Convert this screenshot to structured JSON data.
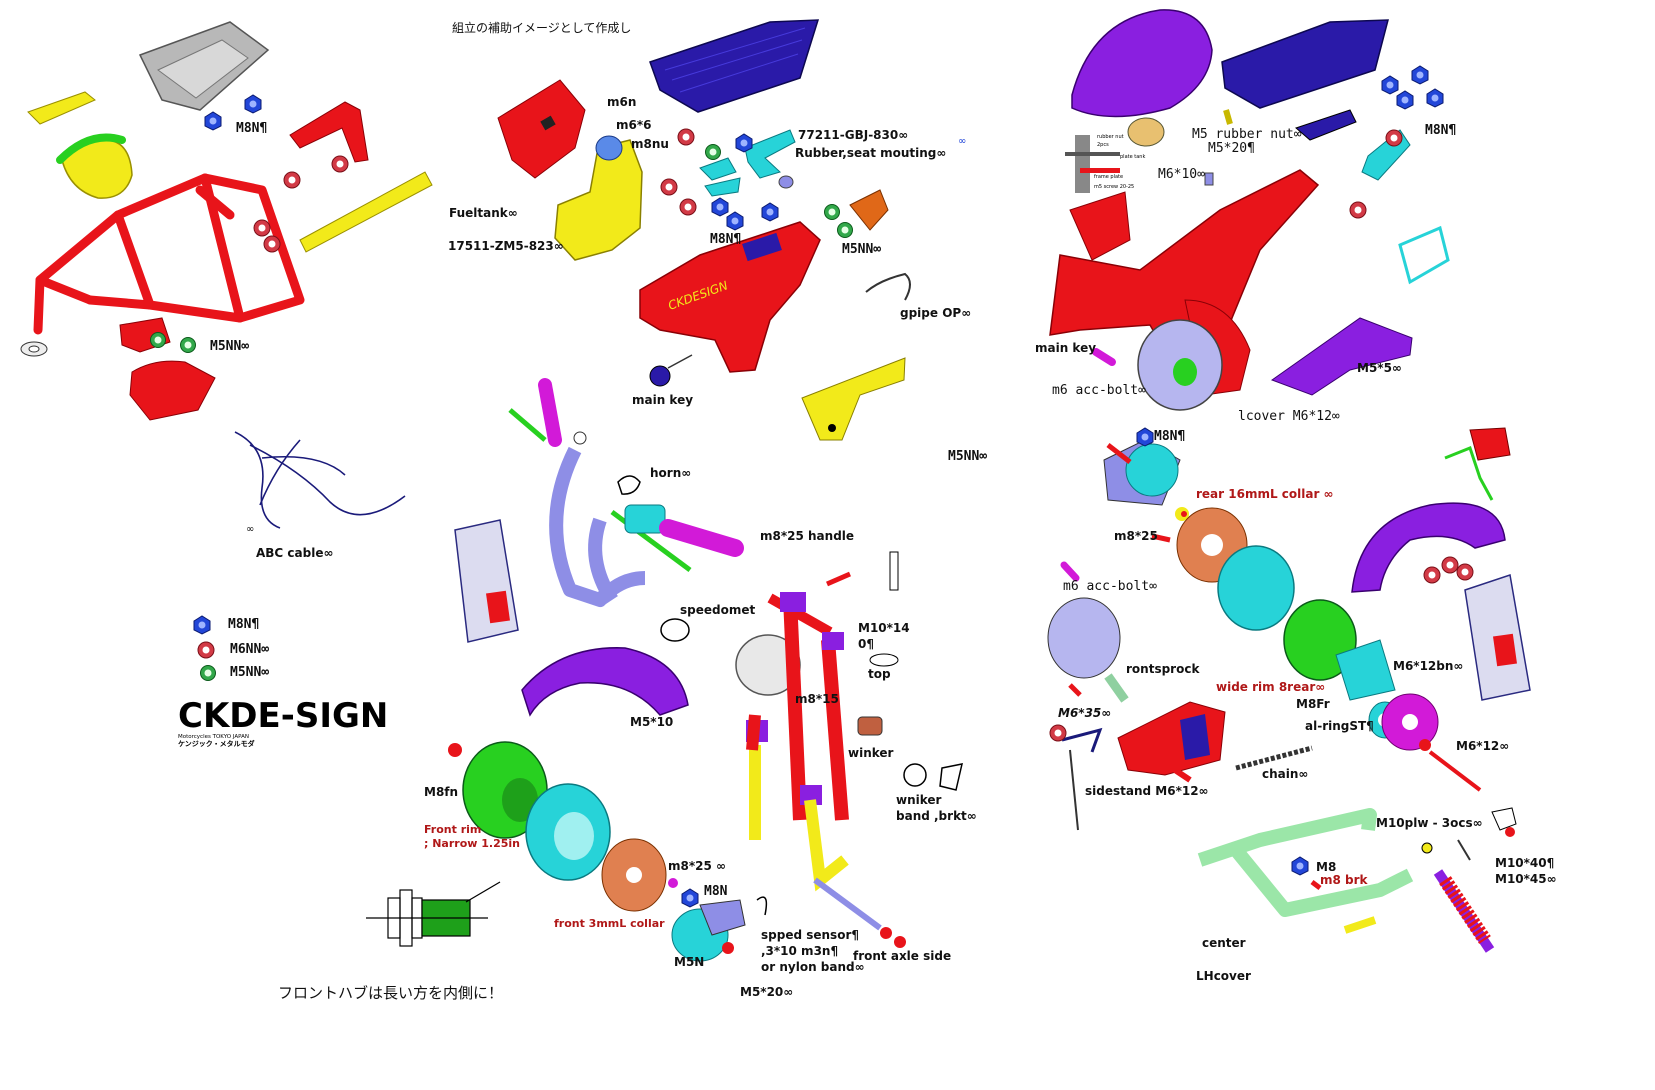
{
  "colors": {
    "frame": "#e8141a",
    "tank": "#8a1fe0",
    "seat": "#2a1aa8",
    "yellow": "#f2ea1a",
    "cyan": "#27d3d8",
    "green": "#28d020",
    "purple": "#8a1fe0",
    "lavender": "#8e8ee6",
    "orange": "#e08050",
    "magenta": "#d21ad8",
    "nut_blue": "#2246d8",
    "nut_red": "#d23a46",
    "nut_green": "#32a84a",
    "label_red": "#b01818"
  },
  "labels": {
    "note_top": "組立の補助イメージとして作成し",
    "m8n_1": "M8N¶",
    "m5nn_1": "M5NN∞",
    "abc_cable": "ABC cable∞",
    "abc_marker": "∞",
    "legend_m8n": "M8N¶",
    "legend_m6nn": "M6NN∞",
    "legend_m5nn": "M5NN∞",
    "m6n": "m6n",
    "m6x6": "m6*6",
    "m8nu": "m8nu",
    "fueltank": "Fueltank∞",
    "partno_17511": "17511-ZM5-823∞",
    "partno_77211": "77211-GBJ-830∞",
    "rubber_seat": "Rubber,seat mouting∞",
    "dot_marker": "∞",
    "m8n_2": "M8N¶",
    "m5nn_2": "M5NN∞",
    "gpipe": "gpipe OP∞",
    "main_key_1": "main key",
    "m5nn_3": "M5NN∞",
    "horn": "horn∞",
    "m8x25_handle": "m8*25 handle",
    "speedomet": "speedomet",
    "m10x14": "M10*14",
    "m10x14_b": "0¶",
    "top": "top",
    "m8x15": "m8*15",
    "m5x10": "M5*10",
    "winker": "winker",
    "wniker": "wniker",
    "band_brkt": "band ,brkt∞",
    "m8fn": "M8fn",
    "front_rim": "Front rim",
    "narrow": "; Narrow 1.25in",
    "m8x25_2": "m8*25 ∞",
    "m8n_3": "M8N",
    "front_collar": "front 3mmL collar",
    "spped_sensor": "spped sensor¶",
    "sensor_b": ",3*10 m3n¶",
    "sensor_c": "or nylon band∞",
    "m5n": "M5N",
    "m5x20": "M5*20∞",
    "front_axle": "front axle side",
    "front_hub_note": "フロントハブは長い方を内側に！",
    "rubber_nut": "M5 rubber nut∞",
    "m5x20_b": "M5*20¶",
    "m8n_4": "M8N¶",
    "m6x10": "M6*10∞",
    "main_key_2": "main key",
    "m6_acc_bolt": "m6 acc-bolt∞",
    "m5x5": "M5*5∞",
    "lcover": "lcover M6*12∞",
    "m8n_5": "M8N¶",
    "rear_collar": "rear 16mmL collar ∞",
    "m8x25_3": "m8*25",
    "m6_acc_bolt_2": "m6 acc-bolt∞",
    "rontsprock": "rontsprock",
    "wide_rim": "wide rim 8rear∞",
    "m8fr": "M8Fr",
    "m6x12bn": "M6*12bn∞",
    "al_ring": "al-ringST¶",
    "m6x35": "M6*35∞",
    "m6x12_2": "M6*12∞",
    "chain": "chain∞",
    "sidestand": "sidestand M6*12∞",
    "m10plw": "M10plw - 3ocs∞",
    "m8": "M8",
    "m8_brk": "m8 brk",
    "m10x40": "M10*40¶",
    "m10x45": "M10*45∞",
    "center": "center",
    "lhcover": "LHcover",
    "inset_rubber_nut": "rubber nut",
    "inset_2pcs": "2pcs",
    "inset_plate_tank": "plate tank",
    "inset_frame_plate": "frame plate",
    "inset_screw": "m5 screw 20-25",
    "logo_text": "CKDE-SIGN",
    "logo_sub": "Motorcycles TOKYO JAPAN",
    "logo_jp": "ケンジック・メタルモダ"
  }
}
